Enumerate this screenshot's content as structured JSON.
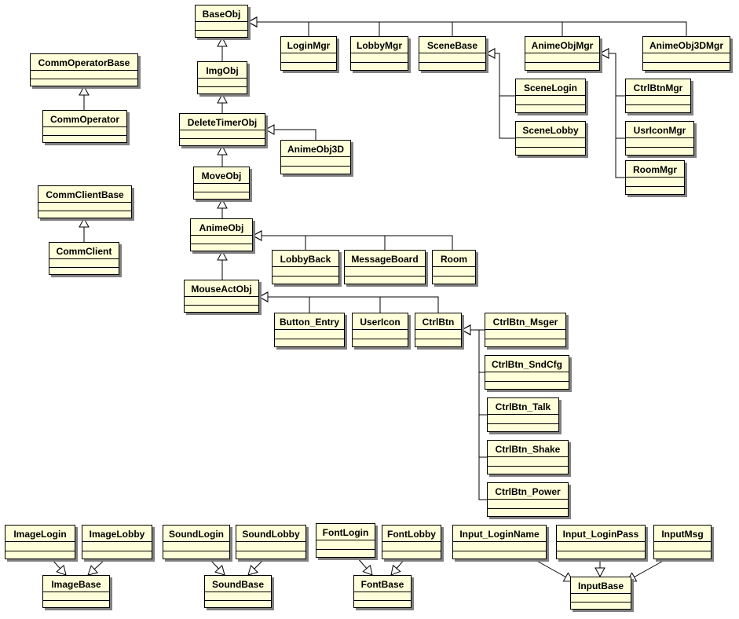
{
  "classes": [
    {
      "id": "BaseObj",
      "name": "BaseObj"
    },
    {
      "id": "LoginMgr",
      "name": "LoginMgr"
    },
    {
      "id": "LobbyMgr",
      "name": "LobbyMgr"
    },
    {
      "id": "SceneBase",
      "name": "SceneBase"
    },
    {
      "id": "AnimeObjMgr",
      "name": "AnimeObjMgr"
    },
    {
      "id": "AnimeObj3DMgr",
      "name": "AnimeObj3DMgr"
    },
    {
      "id": "CommOperatorBase",
      "name": "CommOperatorBase"
    },
    {
      "id": "CommOperator",
      "name": "CommOperator"
    },
    {
      "id": "ImgObj",
      "name": "ImgObj"
    },
    {
      "id": "SceneLogin",
      "name": "SceneLogin"
    },
    {
      "id": "SceneLobby",
      "name": "SceneLobby"
    },
    {
      "id": "CtrlBtnMgr",
      "name": "CtrlBtnMgr"
    },
    {
      "id": "UsrIconMgr",
      "name": "UsrIconMgr"
    },
    {
      "id": "RoomMgr",
      "name": "RoomMgr"
    },
    {
      "id": "DeleteTimerObj",
      "name": "DeleteTimerObj"
    },
    {
      "id": "AnimeObj3D",
      "name": "AnimeObj3D"
    },
    {
      "id": "MoveObj",
      "name": "MoveObj"
    },
    {
      "id": "CommClientBase",
      "name": "CommClientBase"
    },
    {
      "id": "CommClient",
      "name": "CommClient"
    },
    {
      "id": "AnimeObj",
      "name": "AnimeObj"
    },
    {
      "id": "LobbyBack",
      "name": "LobbyBack"
    },
    {
      "id": "MessageBoard",
      "name": "MessageBoard"
    },
    {
      "id": "Room",
      "name": "Room"
    },
    {
      "id": "MouseActObj",
      "name": "MouseActObj"
    },
    {
      "id": "Button_Entry",
      "name": "Button_Entry"
    },
    {
      "id": "UserIcon",
      "name": "UserIcon"
    },
    {
      "id": "CtrlBtn",
      "name": "CtrlBtn"
    },
    {
      "id": "CtrlBtn_Msger",
      "name": "CtrlBtn_Msger"
    },
    {
      "id": "CtrlBtn_SndCfg",
      "name": "CtrlBtn_SndCfg"
    },
    {
      "id": "CtrlBtn_Talk",
      "name": "CtrlBtn_Talk"
    },
    {
      "id": "CtrlBtn_Shake",
      "name": "CtrlBtn_Shake"
    },
    {
      "id": "CtrlBtn_Power",
      "name": "CtrlBtn_Power"
    },
    {
      "id": "ImageLogin",
      "name": "ImageLogin"
    },
    {
      "id": "ImageLobby",
      "name": "ImageLobby"
    },
    {
      "id": "SoundLogin",
      "name": "SoundLogin"
    },
    {
      "id": "SoundLobby",
      "name": "SoundLobby"
    },
    {
      "id": "FontLogin",
      "name": "FontLogin"
    },
    {
      "id": "FontLobby",
      "name": "FontLobby"
    },
    {
      "id": "Input_LoginName",
      "name": "Input_LoginName"
    },
    {
      "id": "Input_LoginPass",
      "name": "Input_LoginPass"
    },
    {
      "id": "InputMsg",
      "name": "InputMsg"
    },
    {
      "id": "ImageBase",
      "name": "ImageBase"
    },
    {
      "id": "SoundBase",
      "name": "SoundBase"
    },
    {
      "id": "FontBase",
      "name": "FontBase"
    },
    {
      "id": "InputBase",
      "name": "InputBase"
    }
  ],
  "generalizations": [
    {
      "child": "LoginMgr",
      "parent": "BaseObj"
    },
    {
      "child": "LobbyMgr",
      "parent": "BaseObj"
    },
    {
      "child": "SceneBase",
      "parent": "BaseObj"
    },
    {
      "child": "AnimeObjMgr",
      "parent": "BaseObj"
    },
    {
      "child": "AnimeObj3DMgr",
      "parent": "BaseObj"
    },
    {
      "child": "ImgObj",
      "parent": "BaseObj"
    },
    {
      "child": "DeleteTimerObj",
      "parent": "ImgObj"
    },
    {
      "child": "AnimeObj3D",
      "parent": "DeleteTimerObj"
    },
    {
      "child": "MoveObj",
      "parent": "DeleteTimerObj"
    },
    {
      "child": "AnimeObj",
      "parent": "MoveObj"
    },
    {
      "child": "LobbyBack",
      "parent": "AnimeObj"
    },
    {
      "child": "MessageBoard",
      "parent": "AnimeObj"
    },
    {
      "child": "Room",
      "parent": "AnimeObj"
    },
    {
      "child": "MouseActObj",
      "parent": "AnimeObj"
    },
    {
      "child": "Button_Entry",
      "parent": "MouseActObj"
    },
    {
      "child": "UserIcon",
      "parent": "MouseActObj"
    },
    {
      "child": "CtrlBtn",
      "parent": "MouseActObj"
    },
    {
      "child": "CtrlBtn_Msger",
      "parent": "CtrlBtn"
    },
    {
      "child": "CtrlBtn_SndCfg",
      "parent": "CtrlBtn"
    },
    {
      "child": "CtrlBtn_Talk",
      "parent": "CtrlBtn"
    },
    {
      "child": "CtrlBtn_Shake",
      "parent": "CtrlBtn"
    },
    {
      "child": "CtrlBtn_Power",
      "parent": "CtrlBtn"
    },
    {
      "child": "SceneLogin",
      "parent": "SceneBase"
    },
    {
      "child": "SceneLobby",
      "parent": "SceneBase"
    },
    {
      "child": "CtrlBtnMgr",
      "parent": "AnimeObjMgr"
    },
    {
      "child": "UsrIconMgr",
      "parent": "AnimeObjMgr"
    },
    {
      "child": "RoomMgr",
      "parent": "AnimeObjMgr"
    },
    {
      "child": "CommOperator",
      "parent": "CommOperatorBase"
    },
    {
      "child": "CommClient",
      "parent": "CommClientBase"
    },
    {
      "child": "ImageLogin",
      "parent": "ImageBase"
    },
    {
      "child": "ImageLobby",
      "parent": "ImageBase"
    },
    {
      "child": "SoundLogin",
      "parent": "SoundBase"
    },
    {
      "child": "SoundLobby",
      "parent": "SoundBase"
    },
    {
      "child": "FontLogin",
      "parent": "FontBase"
    },
    {
      "child": "FontLobby",
      "parent": "FontBase"
    },
    {
      "child": "Input_LoginName",
      "parent": "InputBase"
    },
    {
      "child": "Input_LoginPass",
      "parent": "InputBase"
    },
    {
      "child": "InputMsg",
      "parent": "InputBase"
    }
  ]
}
